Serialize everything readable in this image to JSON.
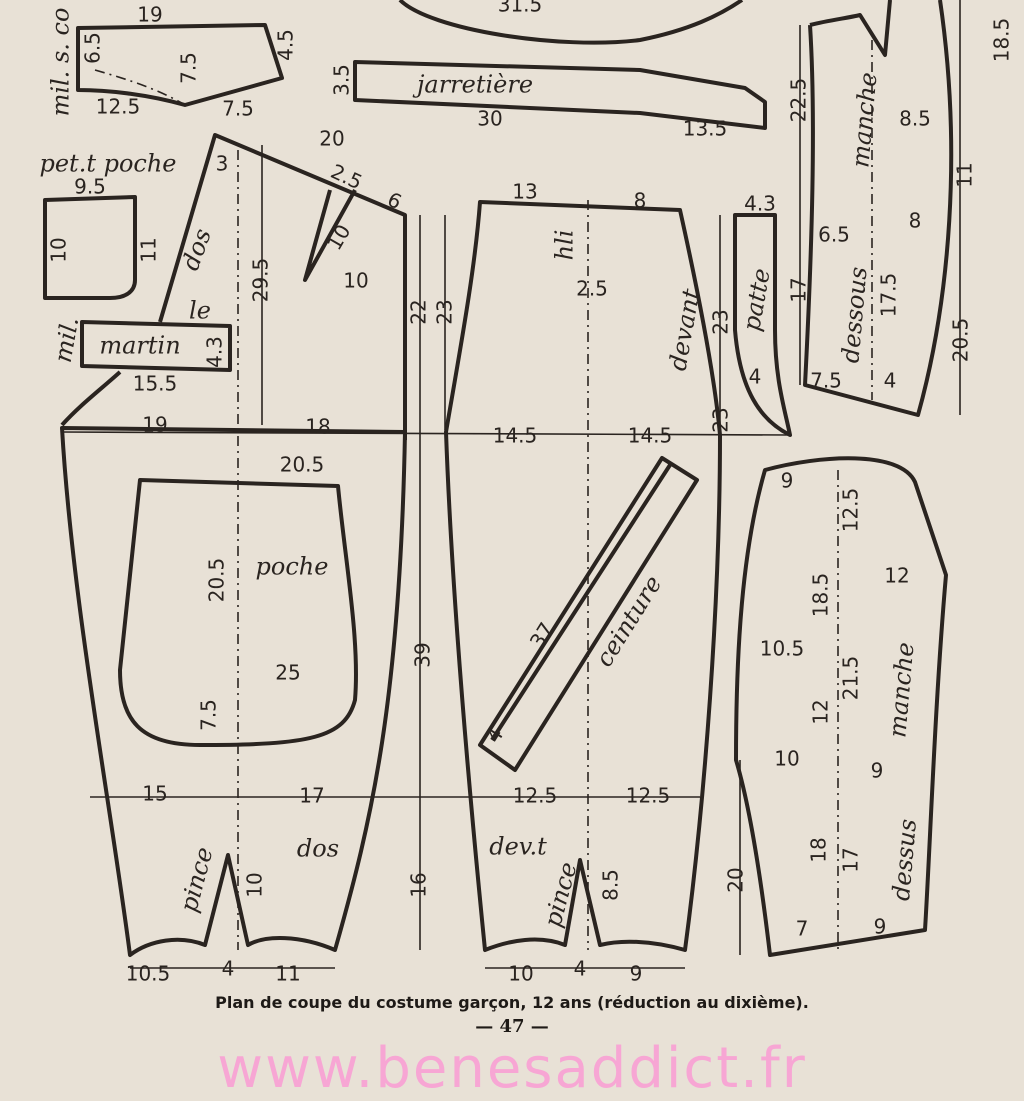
{
  "caption": "Plan de coupe du costume garçon, 12 ans (réduction au dixième).",
  "page_number": "— 47 —",
  "watermark": "www.benesaddict.fr",
  "labels": {
    "collar": [
      "mil. s. co",
      "19",
      "6.5",
      "7.5",
      "4.5",
      "12.5",
      "7.5"
    ],
    "small_pocket": [
      "pet.t poche",
      "9.5",
      "10",
      "11"
    ],
    "back_jacket": [
      "dos",
      "3",
      "29.5",
      "20",
      "2.5",
      "6",
      "10",
      "10",
      "22",
      "23"
    ],
    "martingale": [
      "mil.",
      "martin",
      "le",
      "4.3",
      "15.5"
    ],
    "back_trouser": [
      "19",
      "18",
      "15",
      "17",
      "39",
      "dos",
      "pince",
      "10",
      "16",
      "10.5",
      "4",
      "11"
    ],
    "pocket": [
      "20.5",
      "20.5",
      "poche",
      "25",
      "7.5"
    ],
    "front_trouser": [
      "13",
      "8",
      "hli",
      "2.5",
      "devant",
      "23",
      "14.5",
      "14.5",
      "12.5",
      "12.5",
      "dev.t",
      "pince",
      "8.5",
      "10",
      "4",
      "9"
    ],
    "fly": [
      "4.3",
      "patte",
      "4",
      "23"
    ],
    "garter": [
      "3.5",
      "jarretière",
      "30",
      "13.5",
      "31.5"
    ],
    "waistband": [
      "37",
      "ceinture",
      "4"
    ],
    "under_sleeve": [
      "22.5",
      "manche",
      "8.5",
      "18.5",
      "11",
      "8",
      "6.5",
      "17",
      "dessous",
      "17.5",
      "20.5",
      "7.5",
      "4"
    ],
    "upper_sleeve": [
      "9",
      "12.5",
      "18.5",
      "12",
      "10.5",
      "21.5",
      "12",
      "manche",
      "10",
      "9",
      "18",
      "17",
      "dessus",
      "20",
      "7",
      "9"
    ]
  }
}
